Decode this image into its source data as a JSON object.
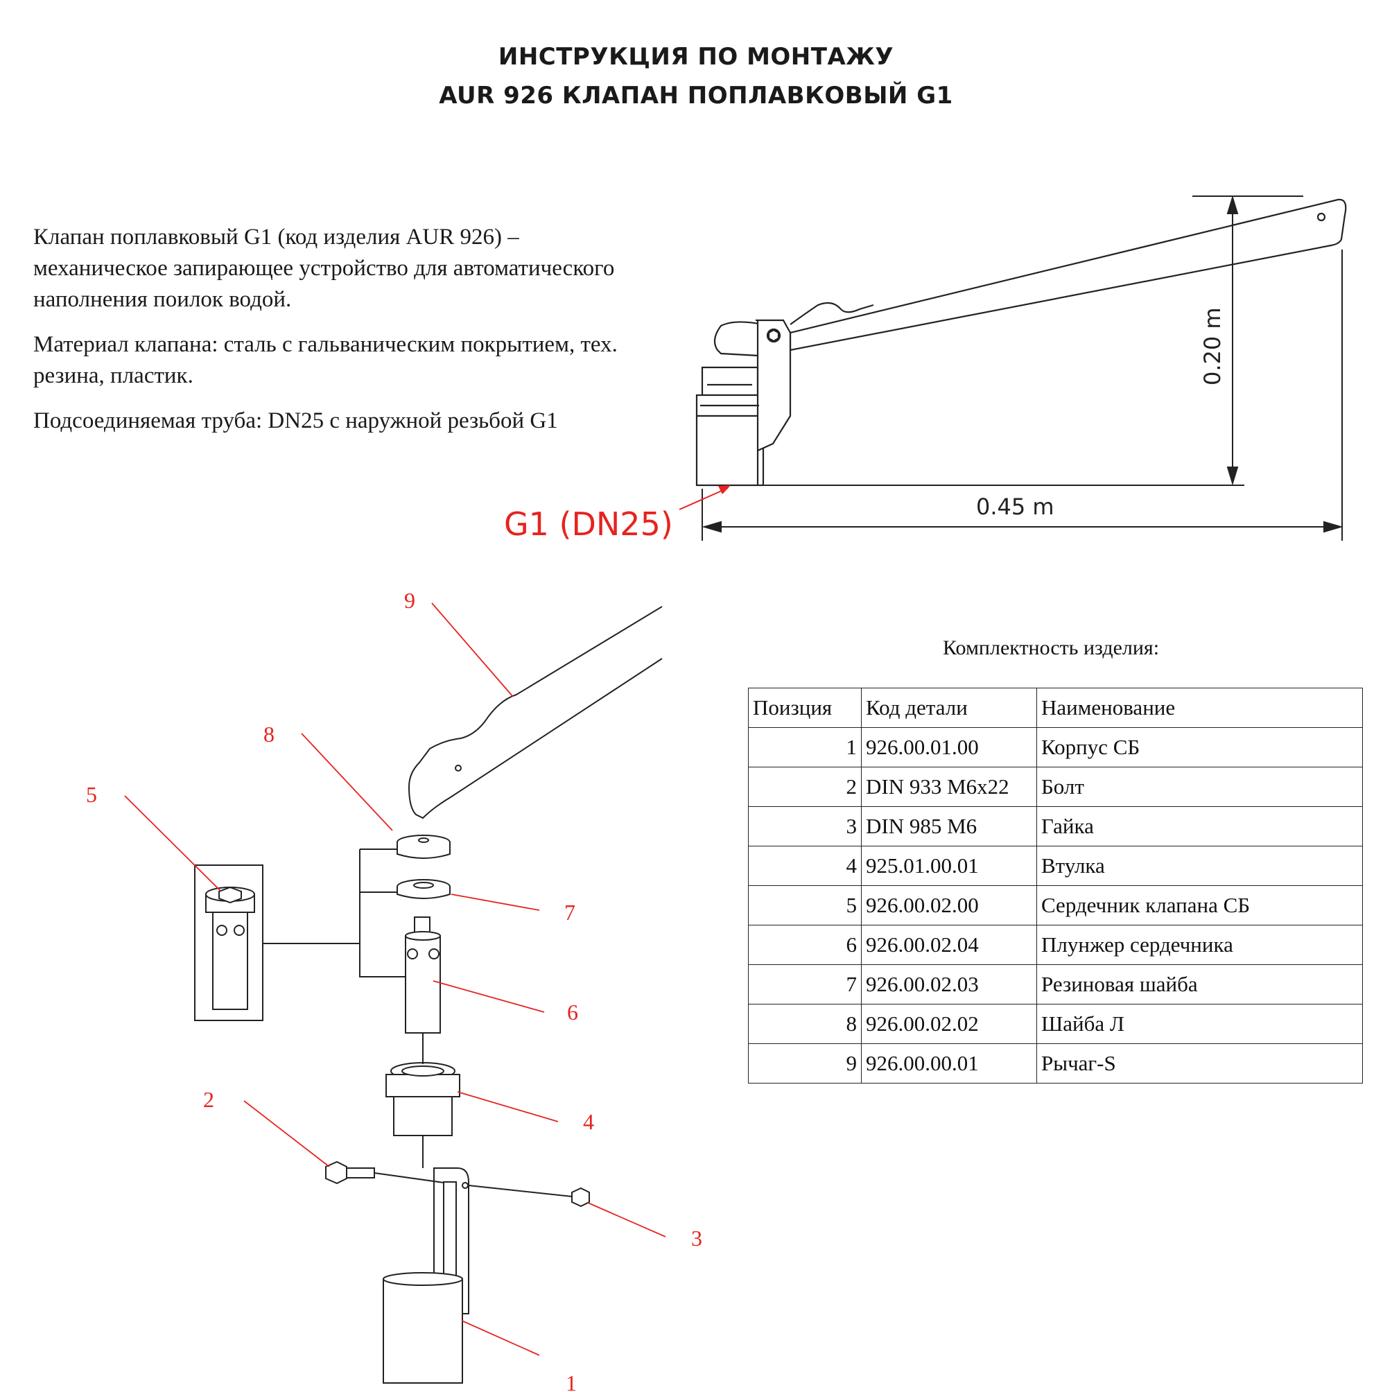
{
  "header": {
    "title_line1": "ИНСТРУКЦИЯ ПО МОНТАЖУ",
    "title_line2": "AUR 926 КЛАПАН ПОПЛАВКОВЫЙ G1"
  },
  "description": {
    "para1": "Клапан поплавковый G1 (код изделия AUR 926) – механическое запирающее устройство для автоматического наполнения поилок водой.",
    "para2": "Материал клапана: сталь с гальваническим покрытием, тех. резина, пластик.",
    "para3": "Подсоединяемая труба: DN25 с наружной резьбой G1"
  },
  "dimension_drawing": {
    "height_label": "0.20 m",
    "length_label": "0.45 m",
    "connection_label": "G1 (DN25)"
  },
  "exploded_view": {
    "callouts": [
      "1",
      "2",
      "3",
      "4",
      "5",
      "6",
      "7",
      "8",
      "9"
    ]
  },
  "parts_table": {
    "caption": "Комплектность изделия:",
    "headers": [
      "Поизция",
      "Код детали",
      "Наименование"
    ],
    "rows": [
      {
        "pos": "1",
        "code": "926.00.01.00",
        "name": "Корпус СБ"
      },
      {
        "pos": "2",
        "code": "DIN 933 M6x22",
        "name": "Болт"
      },
      {
        "pos": "3",
        "code": "DIN 985 M6",
        "name": "Гайка"
      },
      {
        "pos": "4",
        "code": "925.01.00.01",
        "name": "Втулка"
      },
      {
        "pos": "5",
        "code": "926.00.02.00",
        "name": "Сердечник клапана СБ"
      },
      {
        "pos": "6",
        "code": "926.00.02.04",
        "name": "Плунжер сердечника"
      },
      {
        "pos": "7",
        "code": "926.00.02.03",
        "name": "Резиновая шайба"
      },
      {
        "pos": "8",
        "code": "926.00.02.02",
        "name": "Шайба Л"
      },
      {
        "pos": "9",
        "code": "926.00.00.01",
        "name": "Рычаг-S"
      }
    ]
  },
  "colors": {
    "annotation_red": "#e6231f",
    "line_dark": "#222222"
  }
}
